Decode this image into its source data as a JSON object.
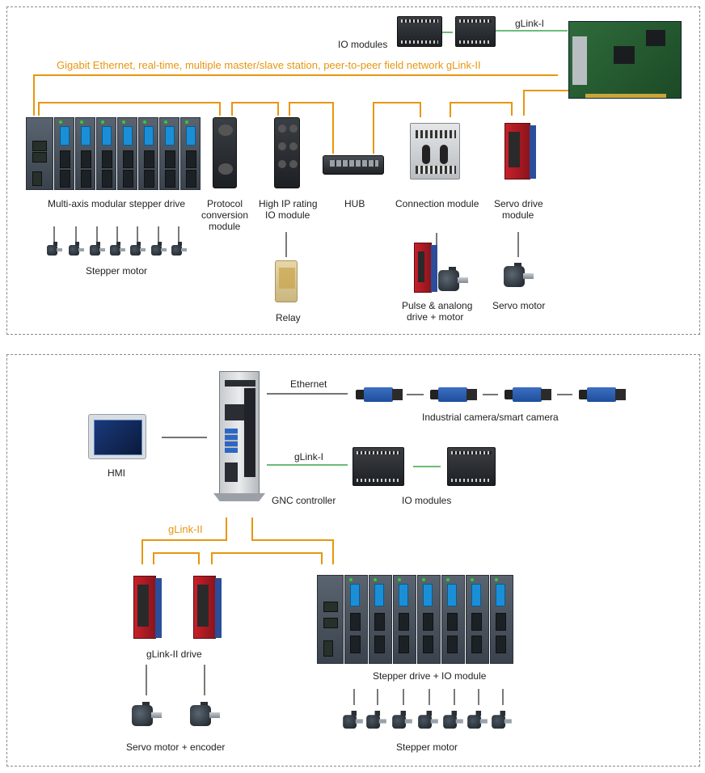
{
  "top": {
    "io_modules": "IO modules",
    "glink1": "gLink-I",
    "network": "Gigabit Ethernet, real-time, multiple master/slave station, peer-to-peer field network gLink-II",
    "multi_axis": "Multi-axis modular stepper drive",
    "stepper_motor": "Stepper motor",
    "protocol_line1": "Protocol",
    "protocol_line2": "conversion",
    "protocol_line3": "module",
    "highip_line1": "High IP rating",
    "highip_line2": "IO module",
    "relay": "Relay",
    "hub": "HUB",
    "connection_module": "Connection module",
    "pulse_line1": "Pulse & analong",
    "pulse_line2": "drive + motor",
    "servo_drive_line1": "Servo drive",
    "servo_drive_line2": "module",
    "servo_motor": "Servo motor"
  },
  "bottom": {
    "ethernet": "Ethernet",
    "camera": "Industrial camera/smart camera",
    "hmi": "HMI",
    "glink1": "gLink-I",
    "gnc": "GNC controller",
    "io_modules": "IO modules",
    "glink2": "gLink-II",
    "glink2_drive": "gLink-II drive",
    "stepper_io": "Stepper drive + IO module",
    "servo_encoder": "Servo motor + encoder",
    "stepper_motor": "Stepper motor"
  },
  "colors": {
    "network_line": "#e8960f",
    "green_line": "#3aa64a",
    "black_line": "#222222"
  }
}
